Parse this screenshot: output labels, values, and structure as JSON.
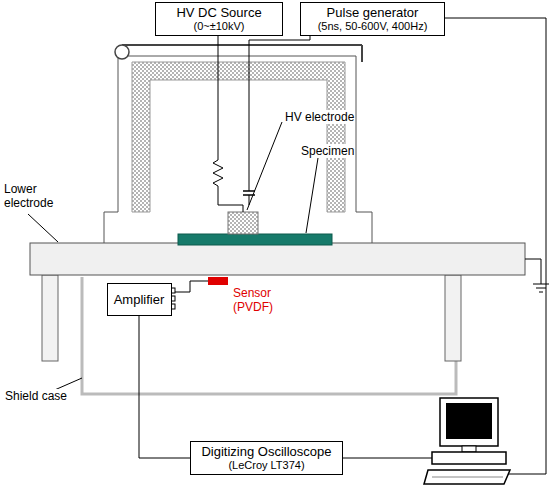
{
  "diagram": {
    "nodes": [
      {
        "text": [
          "HV DC Source",
          "(0~±10kV)"
        ]
      },
      {
        "text": [
          "Pulse generator",
          "(5ns, 50-600V, 400Hz)"
        ]
      },
      {
        "text": [
          "Amplifier"
        ]
      },
      {
        "text": [
          "Digitizing Oscilloscope",
          "(LeCroy LT374)"
        ]
      }
    ],
    "edges": [
      {
        "from": 2,
        "to": 3,
        "arrow": "none"
      }
    ],
    "labels": [
      "HV electrode",
      "Specimen",
      "Lower electrode",
      "Sensor (PVDF)",
      "Shield case"
    ]
  }
}
